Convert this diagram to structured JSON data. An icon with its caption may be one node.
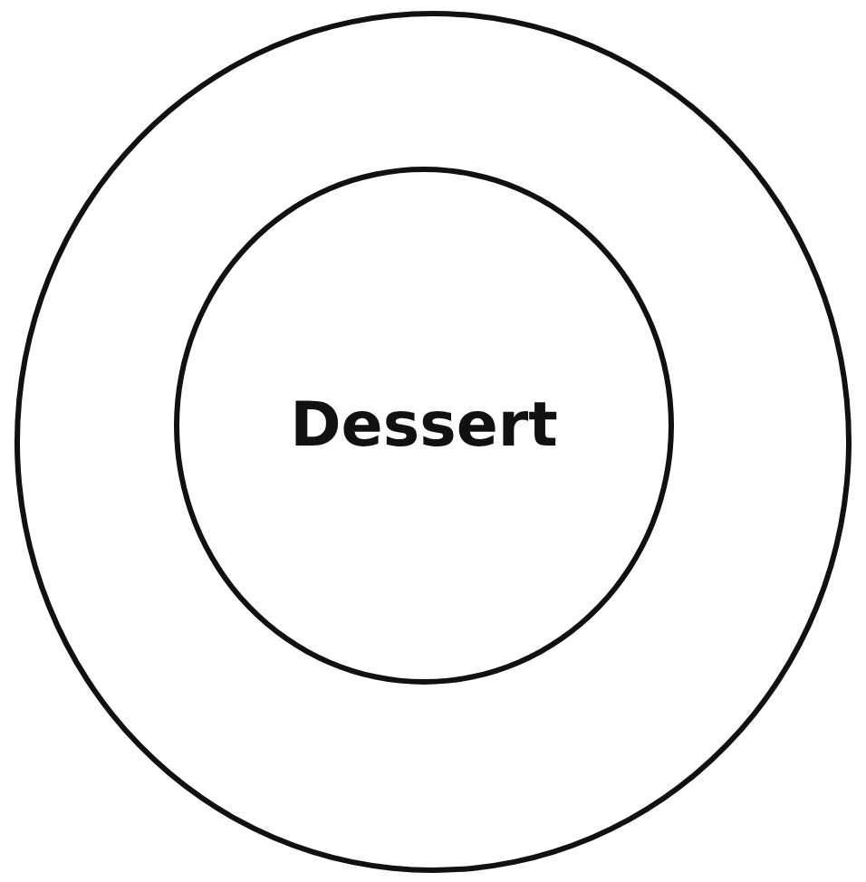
{
  "diagram": {
    "nodes": [
      {
        "text": [],
        "shape": "circle"
      },
      {
        "text": [
          "Dessert"
        ],
        "in": 0
      }
    ]
  }
}
